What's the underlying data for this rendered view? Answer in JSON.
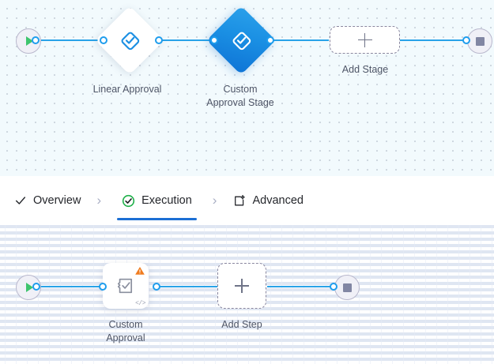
{
  "theme": {
    "edge_color": "#29a3e8",
    "port_color": "#1e9ded",
    "active_stage_color": "#1a8fe3",
    "active_tab_underline": "#1c6fd4",
    "success_green": "#22b14c",
    "warning_orange": "#f07c1f",
    "label_text": "#4d5466"
  },
  "stage_canvas": {
    "name": "stage-flow-canvas",
    "start_node": {
      "icon": "play-icon",
      "label": ""
    },
    "end_node": {
      "icon": "stop-icon",
      "label": ""
    },
    "stages": [
      {
        "label": "Linear Approval",
        "icon": "approval-diamond-icon",
        "selected": false
      },
      {
        "label": "Custom\nApproval Stage",
        "icon": "approval-diamond-icon",
        "selected": true
      }
    ],
    "add_stage": {
      "label": "Add Stage",
      "icon": "plus-icon"
    }
  },
  "tabs": {
    "name": "wizard-tabs",
    "items": [
      {
        "label": "Overview",
        "icon": "check-icon",
        "active": false
      },
      {
        "label": "Execution",
        "icon": "check-circle-icon",
        "active": true
      },
      {
        "label": "Advanced",
        "icon": "document-settings-icon",
        "active": false
      }
    ],
    "separator": "›"
  },
  "step_canvas": {
    "name": "step-flow-canvas",
    "start_node": {
      "icon": "play-icon"
    },
    "end_node": {
      "icon": "stop-icon"
    },
    "steps": [
      {
        "label": "Custom\nApproval",
        "icon": "approval-task-icon",
        "badge_icon": "warning-icon",
        "code_glyph": "</>"
      }
    ],
    "add_step": {
      "label": "Add Step",
      "icon": "plus-icon"
    }
  }
}
